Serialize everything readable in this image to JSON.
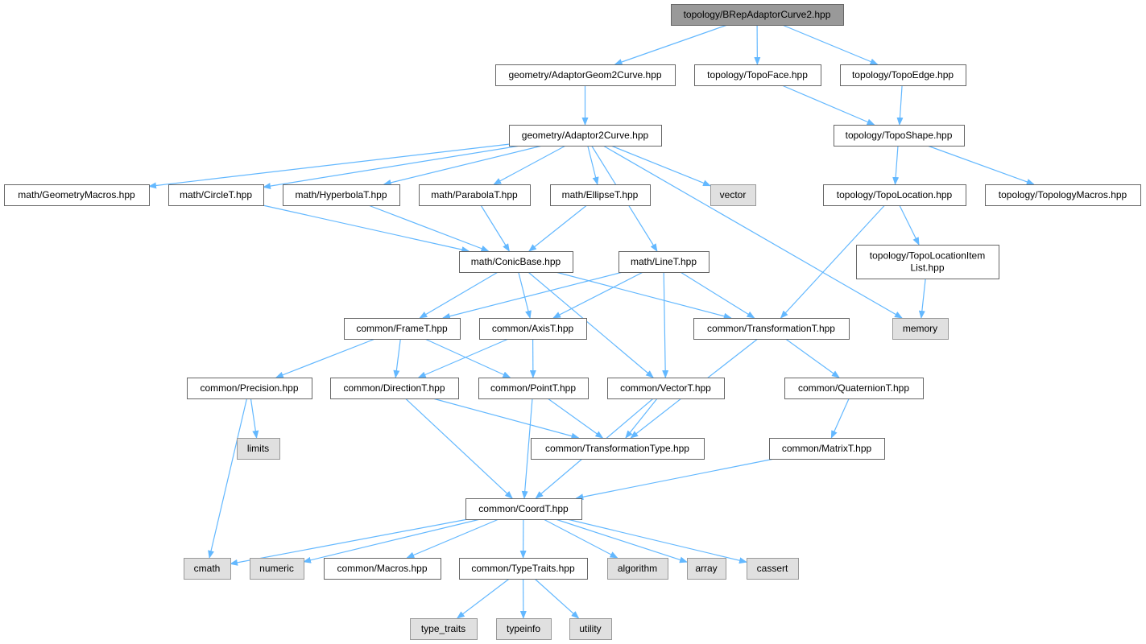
{
  "colors": {
    "edge": "#63b8ff",
    "root_fill": "#999999",
    "system_fill": "#e0e0e0",
    "file_fill": "#ffffff",
    "border": "#666666"
  },
  "nodes": [
    {
      "id": "root",
      "kind": "root",
      "lines": [
        "topology/BRepAdaptorCurve2.hpp"
      ]
    },
    {
      "id": "adaptorgeom2",
      "kind": "file",
      "lines": [
        "geometry/AdaptorGeom2Curve.hpp"
      ]
    },
    {
      "id": "topoface",
      "kind": "file",
      "lines": [
        "topology/TopoFace.hpp"
      ]
    },
    {
      "id": "topoedge",
      "kind": "file",
      "lines": [
        "topology/TopoEdge.hpp"
      ]
    },
    {
      "id": "adaptor2",
      "kind": "file",
      "lines": [
        "geometry/Adaptor2Curve.hpp"
      ]
    },
    {
      "id": "toposhape",
      "kind": "file",
      "lines": [
        "topology/TopoShape.hpp"
      ]
    },
    {
      "id": "geommacros",
      "kind": "file",
      "lines": [
        "math/GeometryMacros.hpp"
      ]
    },
    {
      "id": "circle",
      "kind": "file",
      "lines": [
        "math/CircleT.hpp"
      ]
    },
    {
      "id": "hyperbola",
      "kind": "file",
      "lines": [
        "math/HyperbolaT.hpp"
      ]
    },
    {
      "id": "parabola",
      "kind": "file",
      "lines": [
        "math/ParabolaT.hpp"
      ]
    },
    {
      "id": "ellipse",
      "kind": "file",
      "lines": [
        "math/EllipseT.hpp"
      ]
    },
    {
      "id": "vector",
      "kind": "system",
      "lines": [
        "vector"
      ]
    },
    {
      "id": "topolocation",
      "kind": "file",
      "lines": [
        "topology/TopoLocation.hpp"
      ]
    },
    {
      "id": "topomacros",
      "kind": "file",
      "lines": [
        "topology/TopologyMacros.hpp"
      ]
    },
    {
      "id": "conicbase",
      "kind": "file",
      "lines": [
        "math/ConicBase.hpp"
      ]
    },
    {
      "id": "line",
      "kind": "file",
      "lines": [
        "math/LineT.hpp"
      ]
    },
    {
      "id": "topolocitem",
      "kind": "file",
      "lines": [
        "topology/TopoLocationItem",
        "List.hpp"
      ]
    },
    {
      "id": "frame",
      "kind": "file",
      "lines": [
        "common/FrameT.hpp"
      ]
    },
    {
      "id": "axis",
      "kind": "file",
      "lines": [
        "common/AxisT.hpp"
      ]
    },
    {
      "id": "transformation",
      "kind": "file",
      "lines": [
        "common/TransformationT.hpp"
      ]
    },
    {
      "id": "memory",
      "kind": "system",
      "lines": [
        "memory"
      ]
    },
    {
      "id": "precision",
      "kind": "file",
      "lines": [
        "common/Precision.hpp"
      ]
    },
    {
      "id": "direction",
      "kind": "file",
      "lines": [
        "common/DirectionT.hpp"
      ]
    },
    {
      "id": "point",
      "kind": "file",
      "lines": [
        "common/PointT.hpp"
      ]
    },
    {
      "id": "vectort",
      "kind": "file",
      "lines": [
        "common/VectorT.hpp"
      ]
    },
    {
      "id": "quaternion",
      "kind": "file",
      "lines": [
        "common/QuaternionT.hpp"
      ]
    },
    {
      "id": "limits",
      "kind": "system",
      "lines": [
        "limits"
      ]
    },
    {
      "id": "transftype",
      "kind": "file",
      "lines": [
        "common/TransformationType.hpp"
      ]
    },
    {
      "id": "matrix",
      "kind": "file",
      "lines": [
        "common/MatrixT.hpp"
      ]
    },
    {
      "id": "coord",
      "kind": "file",
      "lines": [
        "common/CoordT.hpp"
      ]
    },
    {
      "id": "cmath",
      "kind": "system",
      "lines": [
        "cmath"
      ]
    },
    {
      "id": "numeric",
      "kind": "system",
      "lines": [
        "numeric"
      ]
    },
    {
      "id": "macros",
      "kind": "file",
      "lines": [
        "common/Macros.hpp"
      ]
    },
    {
      "id": "typetraits",
      "kind": "file",
      "lines": [
        "common/TypeTraits.hpp"
      ]
    },
    {
      "id": "algorithm",
      "kind": "system",
      "lines": [
        "algorithm"
      ]
    },
    {
      "id": "array",
      "kind": "system",
      "lines": [
        "array"
      ]
    },
    {
      "id": "cassert",
      "kind": "system",
      "lines": [
        "cassert"
      ]
    },
    {
      "id": "type_traits",
      "kind": "system",
      "lines": [
        "type_traits"
      ]
    },
    {
      "id": "typeinfo",
      "kind": "system",
      "lines": [
        "typeinfo"
      ]
    },
    {
      "id": "utility",
      "kind": "system",
      "lines": [
        "utility"
      ]
    }
  ],
  "edges": [
    [
      "root",
      "adaptorgeom2"
    ],
    [
      "root",
      "topoface"
    ],
    [
      "root",
      "topoedge"
    ],
    [
      "adaptorgeom2",
      "adaptor2"
    ],
    [
      "topoface",
      "toposhape"
    ],
    [
      "topoedge",
      "toposhape"
    ],
    [
      "adaptor2",
      "geommacros"
    ],
    [
      "adaptor2",
      "circle"
    ],
    [
      "adaptor2",
      "hyperbola"
    ],
    [
      "adaptor2",
      "parabola"
    ],
    [
      "adaptor2",
      "ellipse"
    ],
    [
      "adaptor2",
      "vector"
    ],
    [
      "adaptor2",
      "line"
    ],
    [
      "adaptor2",
      "memory"
    ],
    [
      "toposhape",
      "topolocation"
    ],
    [
      "toposhape",
      "topomacros"
    ],
    [
      "circle",
      "conicbase"
    ],
    [
      "hyperbola",
      "conicbase"
    ],
    [
      "parabola",
      "conicbase"
    ],
    [
      "ellipse",
      "conicbase"
    ],
    [
      "topolocation",
      "topolocitem"
    ],
    [
      "topolocation",
      "transformation"
    ],
    [
      "topolocitem",
      "memory"
    ],
    [
      "conicbase",
      "frame"
    ],
    [
      "conicbase",
      "axis"
    ],
    [
      "conicbase",
      "transformation"
    ],
    [
      "conicbase",
      "vectort"
    ],
    [
      "line",
      "frame"
    ],
    [
      "line",
      "axis"
    ],
    [
      "line",
      "transformation"
    ],
    [
      "line",
      "vectort"
    ],
    [
      "frame",
      "precision"
    ],
    [
      "frame",
      "direction"
    ],
    [
      "frame",
      "point"
    ],
    [
      "axis",
      "direction"
    ],
    [
      "axis",
      "point"
    ],
    [
      "transformation",
      "quaternion"
    ],
    [
      "transformation",
      "transftype"
    ],
    [
      "precision",
      "limits"
    ],
    [
      "precision",
      "cmath"
    ],
    [
      "direction",
      "transftype"
    ],
    [
      "direction",
      "coord"
    ],
    [
      "point",
      "transftype"
    ],
    [
      "point",
      "coord"
    ],
    [
      "vectort",
      "transftype"
    ],
    [
      "vectort",
      "coord"
    ],
    [
      "quaternion",
      "matrix"
    ],
    [
      "matrix",
      "coord"
    ],
    [
      "coord",
      "cmath"
    ],
    [
      "coord",
      "numeric"
    ],
    [
      "coord",
      "macros"
    ],
    [
      "coord",
      "typetraits"
    ],
    [
      "coord",
      "algorithm"
    ],
    [
      "coord",
      "array"
    ],
    [
      "coord",
      "cassert"
    ],
    [
      "typetraits",
      "type_traits"
    ],
    [
      "typetraits",
      "typeinfo"
    ],
    [
      "typetraits",
      "utility"
    ]
  ]
}
